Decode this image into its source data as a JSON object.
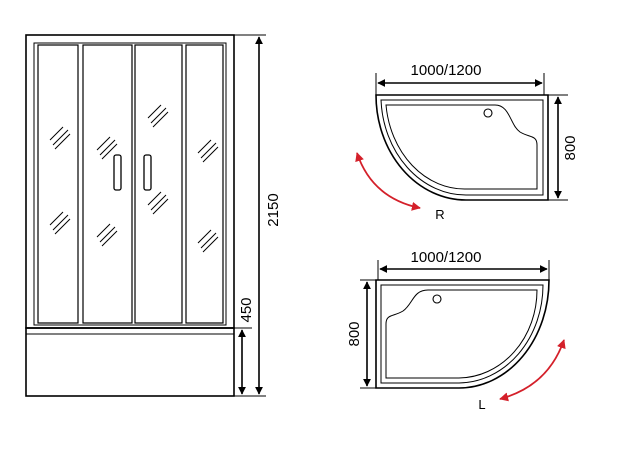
{
  "front_view": {
    "height_label": "2150",
    "base_height_label": "450"
  },
  "right_tray": {
    "width_label": "1000/1200",
    "depth_label": "800",
    "side_label": "R"
  },
  "left_tray": {
    "width_label": "1000/1200",
    "depth_label": "800",
    "side_label": "L"
  },
  "colors": {
    "outline": "#000000",
    "arrow_red": "#d4202a",
    "background": "#ffffff"
  }
}
